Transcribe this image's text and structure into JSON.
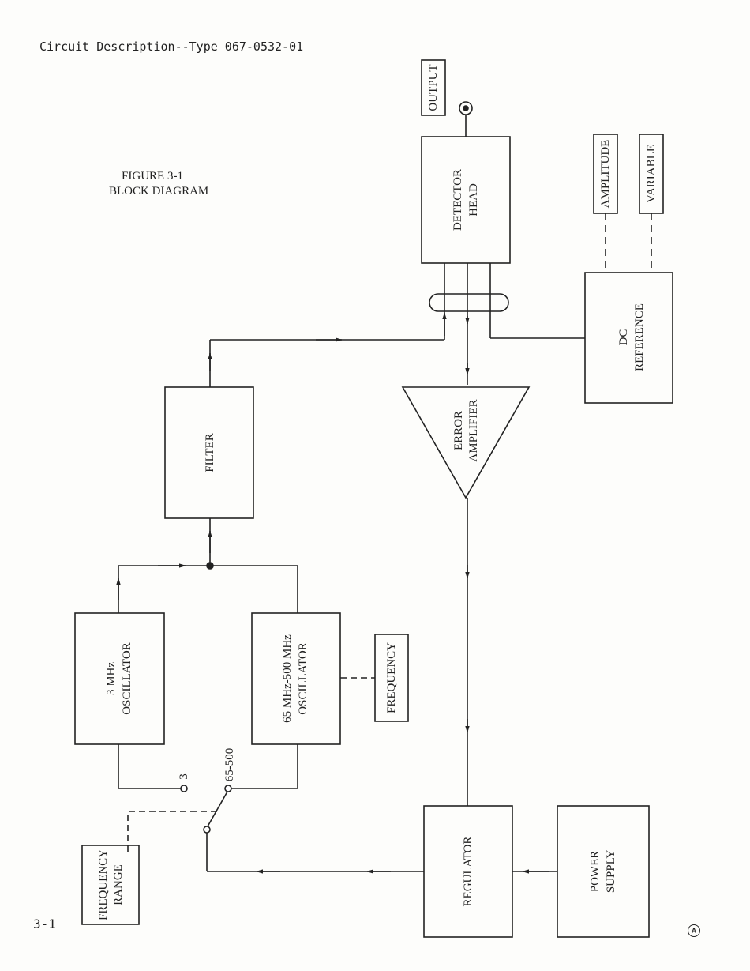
{
  "header": {
    "title": "Circuit Description--Type 067-0532-01",
    "page_number": "3-1",
    "revision_mark": "A"
  },
  "figure": {
    "number": "FIGURE 3-1",
    "caption": "BLOCK DIAGRAM"
  },
  "blocks": {
    "output": "OUTPUT",
    "detector_l1": "DETECTOR",
    "detector_l2": "HEAD",
    "amplitude": "AMPLITUDE",
    "variable": "VARIABLE",
    "dc_l1": "DC",
    "dc_l2": "REFERENCE",
    "filter": "FILTER",
    "error_l1": "ERROR",
    "error_l2": "AMPLIFIER",
    "osc3_l1": "3 MHz",
    "osc3_l2": "OSCILLATOR",
    "osc65_l1": "65 MHz-500 MHz",
    "osc65_l2": "OSCILLATOR",
    "frequency": "FREQUENCY",
    "freq_range_l1": "FREQUENCY",
    "freq_range_l2": "RANGE",
    "regulator": "REGULATOR",
    "power_l1": "POWER",
    "power_l2": "SUPPLY"
  },
  "switch": {
    "pos_3": "3",
    "pos_65_500": "65-500"
  }
}
